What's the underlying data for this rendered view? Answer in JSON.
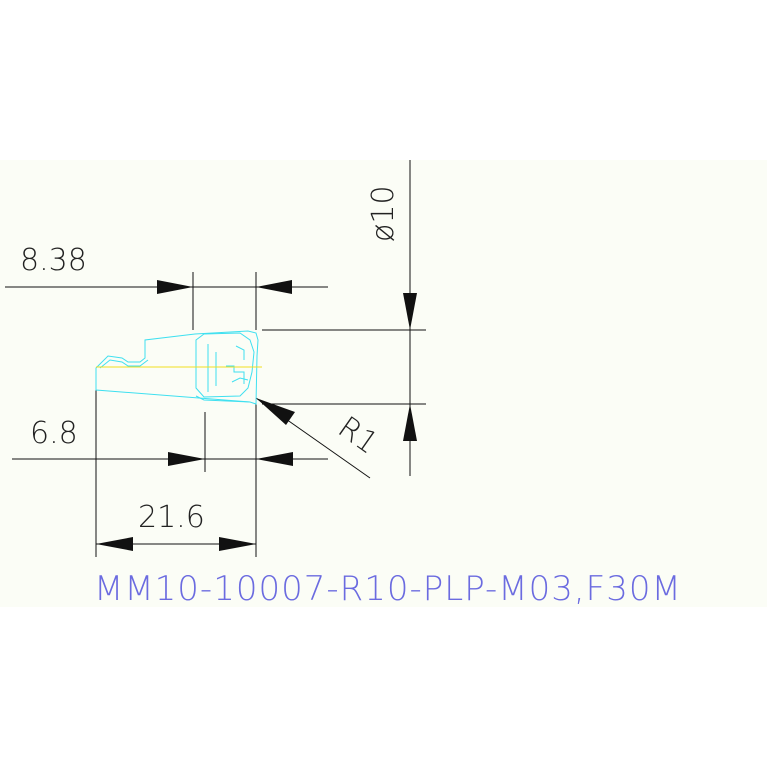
{
  "drawing": {
    "dimensions": {
      "top_width": "8.38",
      "diameter": "ø10",
      "bottom_width": "6.8",
      "overall_length": "21.6",
      "radius": "R1"
    },
    "part_code": "MM10-10007-R10-PLP-M03,F30M"
  },
  "colors": {
    "background": "#fbfdf6",
    "dimension_lines": "#111111",
    "part_outline": "#3fe0f0",
    "centerline": "#f0e020",
    "part_code_text": "#6b6be0"
  }
}
